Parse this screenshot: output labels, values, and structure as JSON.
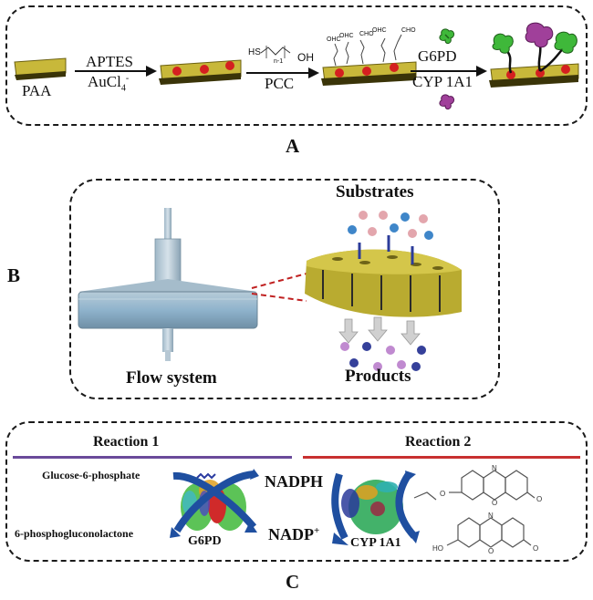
{
  "panel_a": {
    "label": "A",
    "start_material": "PAA",
    "step1": {
      "top": "APTES",
      "bottom_main": "AuCl",
      "bottom_sub": "4",
      "bottom_sup": "-"
    },
    "step2": {
      "reagent_prefix": "HS",
      "reagent_sub": "n-1",
      "reagent_suffix": "OH",
      "bottom": "PCC"
    },
    "aldehyde_labels": [
      "OHC",
      "OHC",
      "CHO",
      "OHC",
      "CHO"
    ],
    "step3": {
      "top": "G6PD",
      "bottom": "CYP 1A1"
    },
    "colors": {
      "support": "#c8b83a",
      "gold_np": "#d42020",
      "g6pd": "#3fb83a",
      "cyp": "#a0409a"
    }
  },
  "panel_b": {
    "label": "B",
    "flow_label": "Flow system",
    "substrates_label": "Substrates",
    "products_label": "Products",
    "colors": {
      "filter": "#8fb3cc",
      "membrane": "#c9bd3e",
      "substrate_pink": "#e3a6ad",
      "substrate_blue": "#3f86c9",
      "product_purple": "#c08ad0",
      "product_navy": "#35409a"
    }
  },
  "panel_c": {
    "label": "C",
    "reaction1": {
      "title": "Reaction 1",
      "line_color": "#6a4a9a",
      "substrate": "Glucose-6-phosphate",
      "product": "6-phosphogluconolactone",
      "enzyme": "G6PD"
    },
    "cofactor_top": "NADPH",
    "cofactor_bottom": "NADP",
    "cofactor_bottom_sup": "+",
    "reaction2": {
      "title": "Reaction 2",
      "line_color": "#c83030",
      "enzyme": "CYP 1A1"
    },
    "structure_atoms": {
      "n": "N",
      "o": "O",
      "carbonyl": "O",
      "ho": "HO"
    },
    "arrow_color": "#1f4fa0"
  }
}
